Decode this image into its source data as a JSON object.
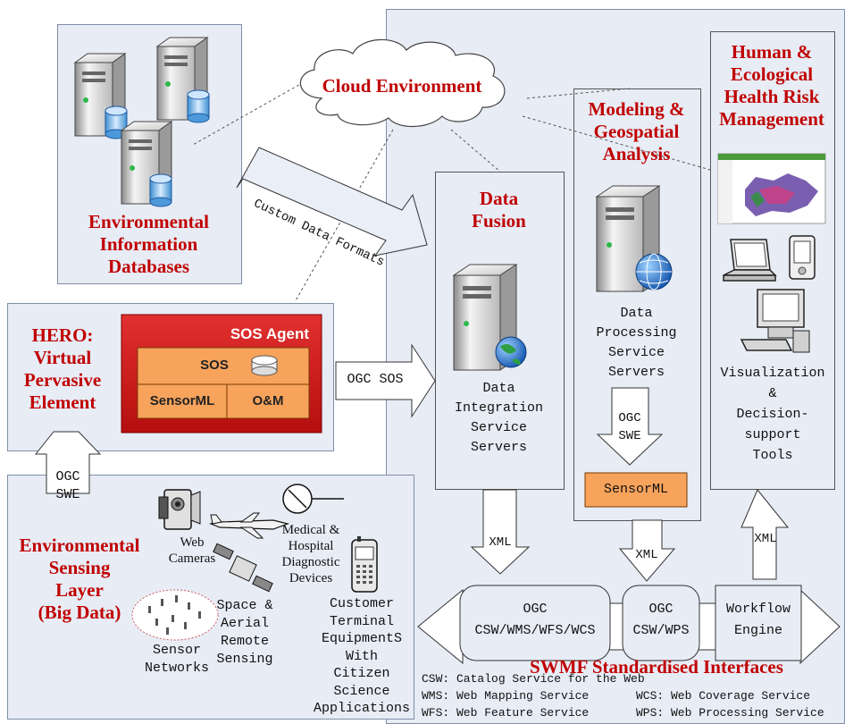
{
  "cloud": {
    "label": "Cloud Environment"
  },
  "databases": {
    "title_lines": [
      "Environmental",
      "Information",
      "Databases"
    ]
  },
  "custom_formats": {
    "label": "Custom Data Formats"
  },
  "hero": {
    "title_lines": [
      "HERO:",
      "Virtual",
      "Pervasive",
      "Element"
    ]
  },
  "sos_agent": {
    "title": "SOS Agent",
    "sos": "SOS",
    "sensorml": "SensorML",
    "om": "O&M"
  },
  "ogc_sos": {
    "label": "OGC SOS"
  },
  "ogc_swe_left": {
    "lines": [
      "OGC",
      "SWE"
    ]
  },
  "sensing": {
    "title_lines": [
      "Environmental",
      "Sensing",
      "Layer",
      "(Big Data)"
    ],
    "web_cameras": [
      "Web",
      "Cameras"
    ],
    "medical": [
      "Medical &",
      "Hospital",
      "Diagnostic",
      "Devices"
    ],
    "space": [
      "Space &",
      "Aerial",
      "Remote",
      "Sensing"
    ],
    "sensor_networks": [
      "Sensor",
      "Networks"
    ],
    "customer": [
      "Customer",
      "Terminal",
      "EquipmentS",
      "With",
      "Citizen",
      "Science",
      "Applications"
    ]
  },
  "data_fusion": {
    "title_lines": [
      "Data",
      "Fusion"
    ],
    "server_lines": [
      "Data",
      "Integration",
      "Service",
      "Servers"
    ]
  },
  "modeling": {
    "title_lines": [
      "Modeling &",
      "Geospatial",
      "Analysis"
    ],
    "server_lines": [
      "Data",
      "Processing",
      "Service",
      "Servers"
    ],
    "ogc_swe": [
      "OGC",
      "SWE"
    ],
    "sensorml": "SensorML"
  },
  "risk": {
    "title_lines": [
      "Human &",
      "Ecological",
      "Health Risk",
      "Management"
    ],
    "tool_lines": [
      "Visualization",
      "&",
      "Decision-",
      "support",
      "Tools"
    ]
  },
  "xml": {
    "left": "XML",
    "mid": "XML",
    "right": "XML"
  },
  "interfaces": {
    "box1": [
      "OGC",
      "CSW/WMS/WFS/WCS"
    ],
    "box2": [
      "OGC",
      "CSW/WPS"
    ],
    "box3": [
      "Workflow",
      "Engine"
    ],
    "title": "SWMF Standardised Interfaces",
    "legend": {
      "csw": "CSW: Catalog Service for the Web",
      "wms": "WMS: Web Mapping Service",
      "wfs": "WFS: Web Feature Service",
      "wcs": "WCS: Web Coverage Service",
      "wps": "WPS: Web Processing Service"
    }
  },
  "colors": {
    "title_red": "#c00000",
    "panel_bg": "#e7ecf5",
    "sos_red": "#d42020",
    "orange": "#f7a35c"
  }
}
